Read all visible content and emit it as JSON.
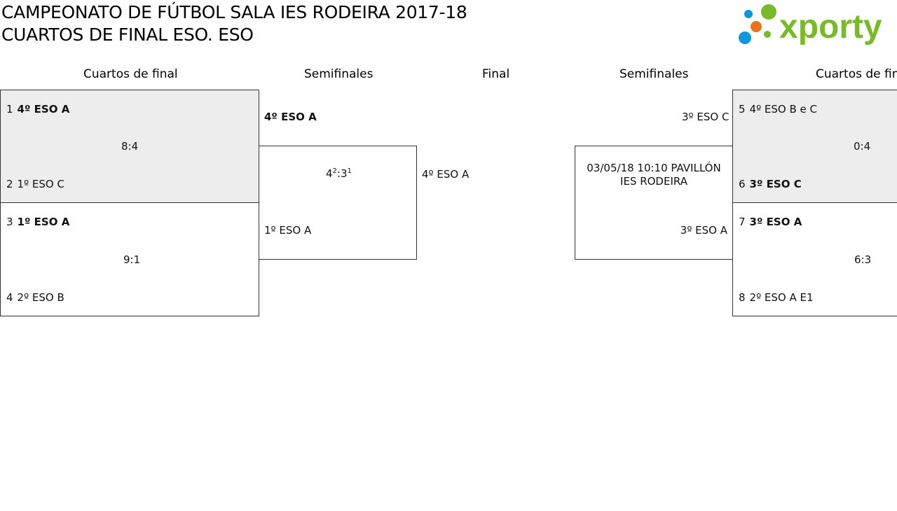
{
  "header": {
    "title_line1": "CAMPEONATO DE FÚTBOL SALA IES RODEIRA 2017-18",
    "title_line2": "CUARTOS DE FINAL ESO. ESO",
    "logo_text": "xporty"
  },
  "columns": {
    "left_qf": "Cuartos de final",
    "left_sf": "Semifinales",
    "final": "Final",
    "right_sf": "Semifinales",
    "right_qf": "Cuartos de fin"
  },
  "left_qf": [
    {
      "seed_a": "1",
      "team_a": "4º ESO A",
      "seed_b": "2",
      "team_b": "1º ESO C",
      "score": "8:4",
      "winner": "a"
    },
    {
      "seed_a": "3",
      "team_a": "1º ESO A",
      "seed_b": "4",
      "team_b": "2º ESO B",
      "score": "9:1",
      "winner": "a"
    }
  ],
  "left_sf": {
    "team_a": "4º ESO A",
    "team_b": "1º ESO A",
    "score_a": "4",
    "sup_a": "2",
    "score_b": "3",
    "sup_b": "1"
  },
  "final": {
    "left_team": "4º ESO A"
  },
  "right_sf": {
    "team_a": "3º ESO C",
    "team_b": "3º ESO A",
    "info": "03/05/18 10:10 PAVILLÓN IES RODEIRA"
  },
  "right_qf": [
    {
      "seed_a": "5",
      "team_a": "4º ESO B e C",
      "seed_b": "6",
      "team_b": "3º ESO C",
      "score": "0:4",
      "winner": "b"
    },
    {
      "seed_a": "7",
      "team_a": "3º ESO A",
      "seed_b": "8",
      "team_b": "2º ESO A E1",
      "score": "6:3",
      "winner": "a"
    }
  ],
  "colors": {
    "logo_green": "#7ab929",
    "dot_blue": "#0a98dc",
    "dot_orange": "#e8731a",
    "shade": "#ededed"
  }
}
